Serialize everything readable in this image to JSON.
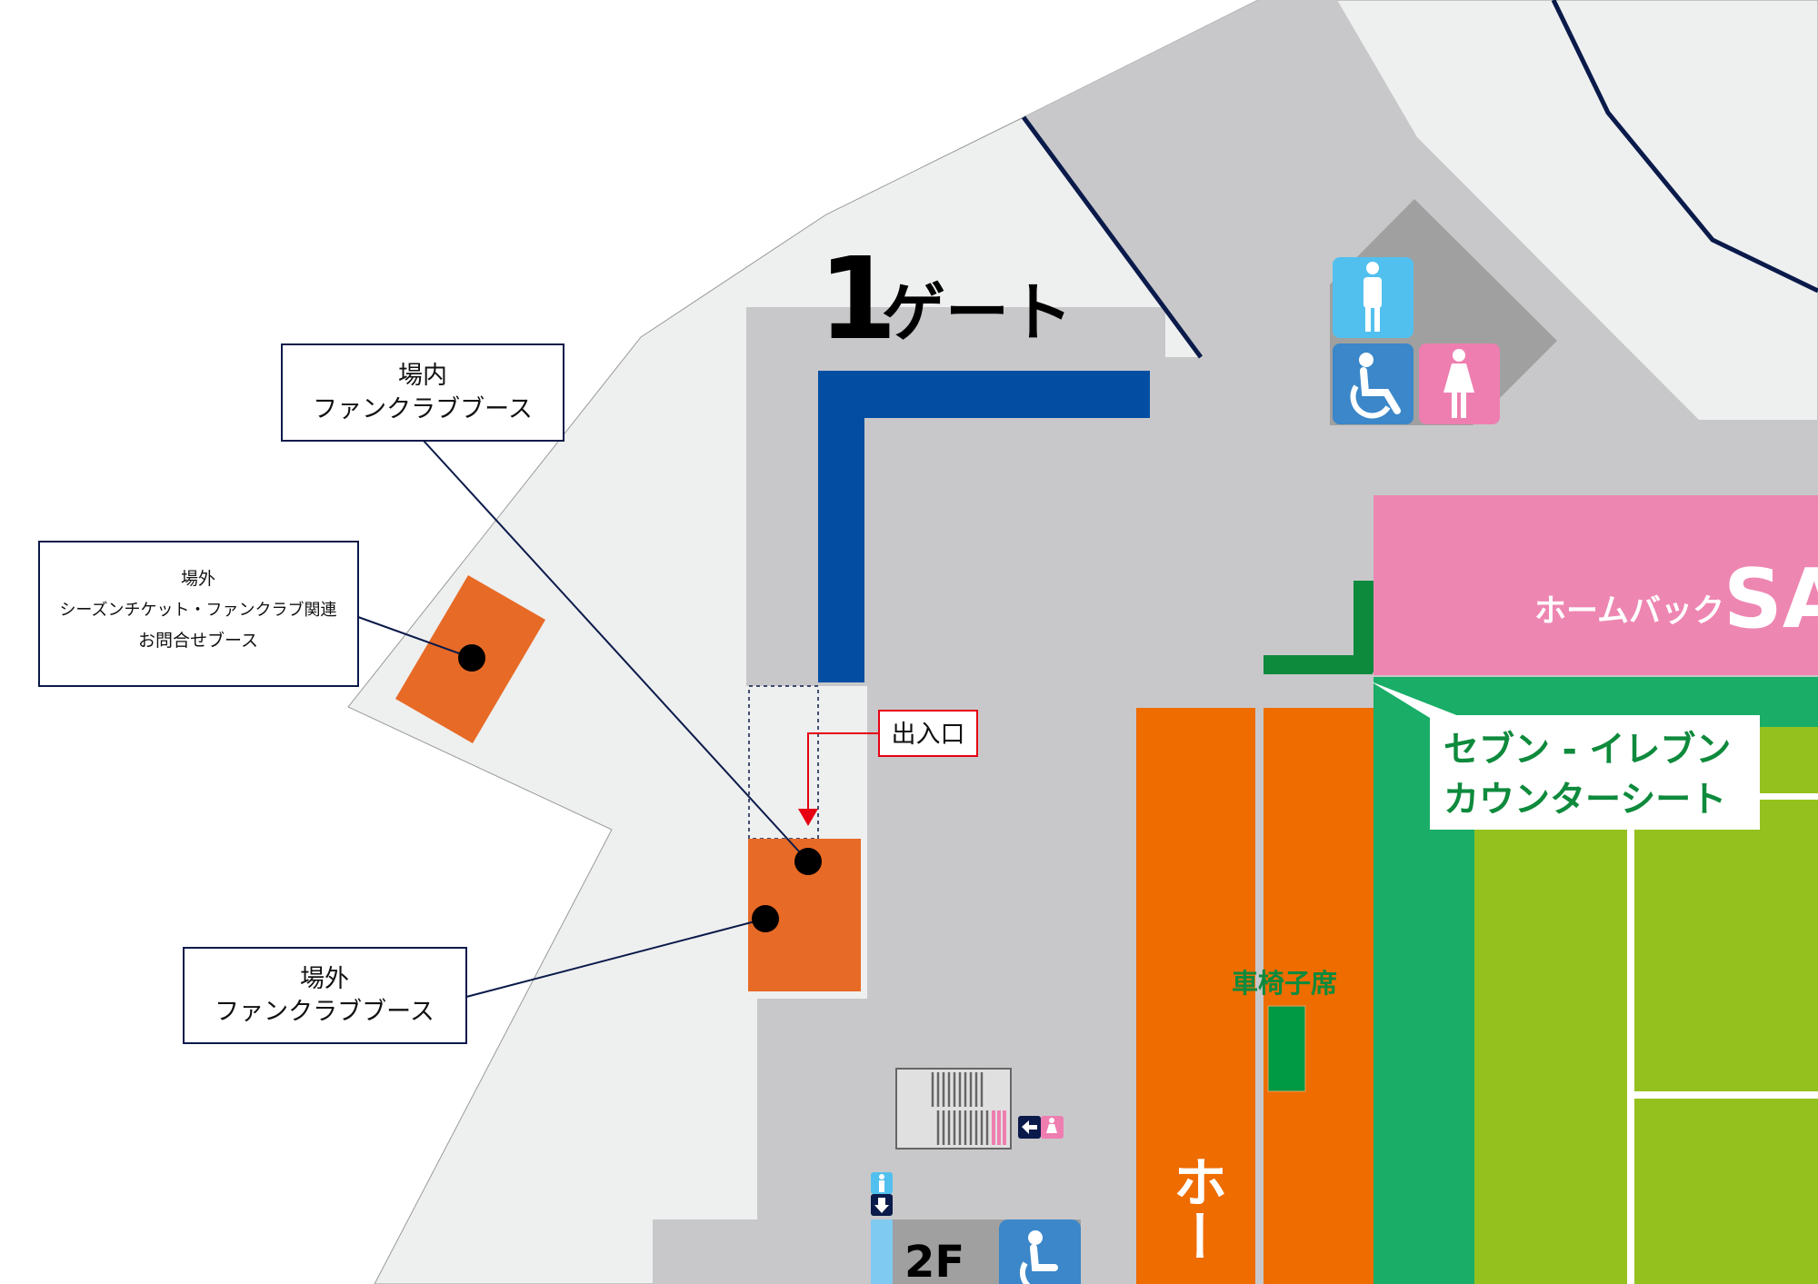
{
  "gate": {
    "number": "1",
    "label": "ゲート"
  },
  "labels": {
    "inside_booth": [
      "場内",
      "ファンクラブブース"
    ],
    "outside_info_booth": [
      "場外",
      "シーズンチケット・ファンクラブ関連",
      "お問合せブース"
    ],
    "outside_booth": [
      "場外",
      "ファンクラブブース"
    ],
    "entrance": "出入口",
    "wheelchair_seat": "車椅子席",
    "home_back": "ホームバック",
    "home_back_suffix": "SA",
    "seven_eleven": [
      "セブン - イレブン",
      "カウンターシート"
    ],
    "stand_text": "ホー",
    "floor": "2F"
  },
  "icons": [
    "male-restroom-icon",
    "female-restroom-icon",
    "wheelchair-icon",
    "elevator-icon",
    "arrow-left-icon",
    "arrow-down-icon"
  ],
  "colors": {
    "navy": "#0a1a4a",
    "gate_blue": "#034ea2",
    "booth_orange": "#e76a26",
    "stand_orange": "#ee6c00",
    "pink": "#ee86b2",
    "green": "#19ad67",
    "lime": "#95c11f",
    "dark_green": "#0e8a3c"
  }
}
